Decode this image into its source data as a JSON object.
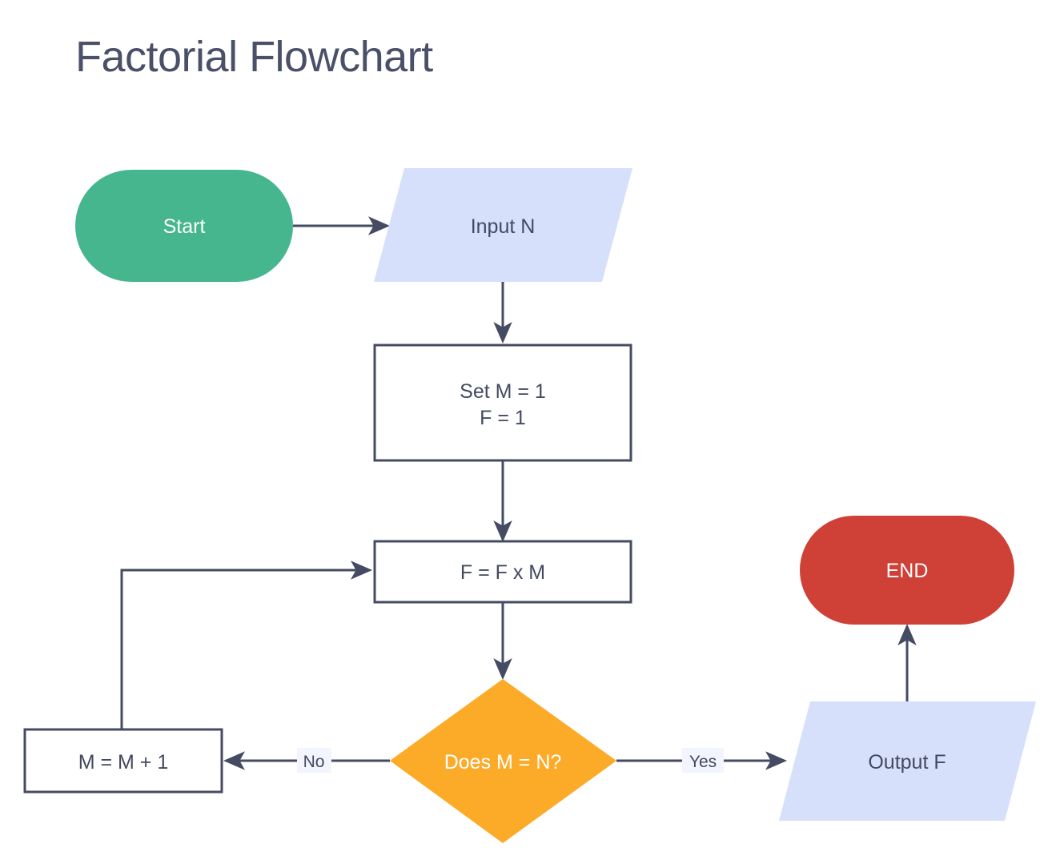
{
  "title": "Factorial Flowchart",
  "colors": {
    "text_dark": "#434a60",
    "title": "#4a5068",
    "stroke": "#454b63",
    "start_fill": "#45b68d",
    "end_fill": "#cf4037",
    "io_fill": "#d7e0fb",
    "decision_fill": "#fcab29",
    "label_bg": "#f2f5fd",
    "process_fill": "#ffffff",
    "background": "#ffffff"
  },
  "diagram": {
    "type": "flowchart",
    "nodes": [
      {
        "id": "start",
        "label": "Start",
        "shape": "terminator",
        "fill": "#45b68d",
        "text_color": "#ffffff"
      },
      {
        "id": "input",
        "label": "Input N",
        "shape": "parallelogram",
        "fill": "#d7e0fb",
        "text_color": "#434a60"
      },
      {
        "id": "setvars",
        "label_line1": "Set M = 1",
        "label_line2": "F = 1",
        "shape": "rectangle",
        "fill": "#ffffff",
        "text_color": "#434a60"
      },
      {
        "id": "multiply",
        "label": "F = F x M",
        "shape": "rectangle",
        "fill": "#ffffff",
        "text_color": "#434a60"
      },
      {
        "id": "decision",
        "label": "Does M = N?",
        "shape": "diamond",
        "fill": "#fcab29",
        "text_color": "#ffffff"
      },
      {
        "id": "incr",
        "label": "M = M + 1",
        "shape": "rectangle",
        "fill": "#ffffff",
        "text_color": "#434a60"
      },
      {
        "id": "output",
        "label": "Output F",
        "shape": "parallelogram",
        "fill": "#d7e0fb",
        "text_color": "#434a60"
      },
      {
        "id": "end",
        "label": "END",
        "shape": "terminator",
        "fill": "#cf4037",
        "text_color": "#ffffff"
      }
    ],
    "edges": [
      {
        "from": "start",
        "to": "input",
        "label": ""
      },
      {
        "from": "input",
        "to": "setvars",
        "label": ""
      },
      {
        "from": "setvars",
        "to": "multiply",
        "label": ""
      },
      {
        "from": "multiply",
        "to": "decision",
        "label": ""
      },
      {
        "from": "decision",
        "to": "incr",
        "label": "No"
      },
      {
        "from": "incr",
        "to": "multiply",
        "label": ""
      },
      {
        "from": "decision",
        "to": "output",
        "label": "Yes"
      },
      {
        "from": "output",
        "to": "end",
        "label": ""
      }
    ]
  }
}
